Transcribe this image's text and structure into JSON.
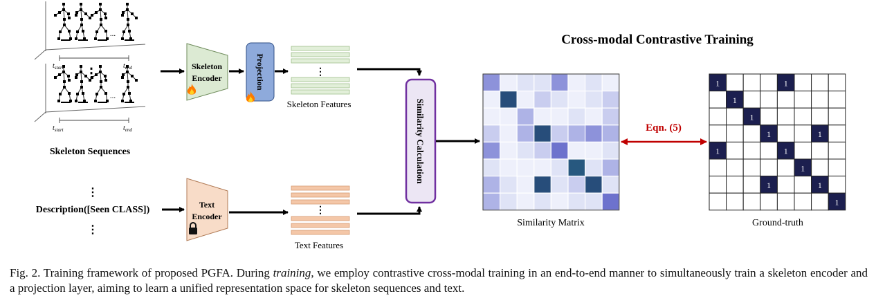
{
  "diagram": {
    "skeleton_sequences_label": "Skeleton Sequences",
    "t_start": "start",
    "t_end": "end",
    "t_symbol": "t",
    "ellipsis": "...",
    "vertical_dots": "⋮",
    "skeleton_encoder": [
      "Skeleton",
      "Encoder"
    ],
    "projection_label": "Projection",
    "skeleton_features_label": "Skeleton Features",
    "similarity_calc_label": "Similarity Calculation",
    "description_label": "Description([Seen CLASS])",
    "text_encoder": [
      "Text",
      "Encoder"
    ],
    "text_features_label": "Text Features",
    "cross_modal_title": "Cross-modal Contrastive Training",
    "eqn_label": "Eqn. (5)",
    "similarity_matrix_label": "Similarity Matrix",
    "ground_truth_label": "Ground-truth",
    "fire_icon": "fire-icon",
    "lock_icon": "lock-icon",
    "colors": {
      "encoder_green": "#dcead3",
      "projection_blue": "#8eaadb",
      "text_encoder_peach": "#f8dcc8",
      "feature_green": "#e2efd9",
      "feature_peach": "#f4c7a8",
      "similarity_box_border": "#7030a0",
      "similarity_box_fill": "#ece6f4",
      "eqn_red": "#c00000",
      "gt_dark": "#1c1f4f"
    },
    "similarity_matrix": [
      [
        5,
        1,
        2,
        2,
        5,
        1,
        2,
        1
      ],
      [
        1,
        9,
        1,
        3,
        2,
        1,
        2,
        3
      ],
      [
        1,
        1,
        4,
        1,
        1,
        2,
        1,
        3
      ],
      [
        3,
        1,
        4,
        9,
        3,
        4,
        5,
        4
      ],
      [
        5,
        1,
        2,
        3,
        6,
        1,
        1,
        2
      ],
      [
        2,
        1,
        1,
        1,
        2,
        8,
        2,
        4
      ],
      [
        4,
        2,
        1,
        9,
        2,
        3,
        9,
        2
      ],
      [
        4,
        2,
        1,
        2,
        1,
        2,
        2,
        6
      ]
    ],
    "ground_truth": [
      [
        1,
        0,
        0,
        0,
        1,
        0,
        0,
        0
      ],
      [
        0,
        1,
        0,
        0,
        0,
        0,
        0,
        0
      ],
      [
        0,
        0,
        1,
        0,
        0,
        0,
        0,
        0
      ],
      [
        0,
        0,
        0,
        1,
        0,
        0,
        1,
        0
      ],
      [
        1,
        0,
        0,
        0,
        1,
        0,
        0,
        0
      ],
      [
        0,
        0,
        0,
        0,
        0,
        1,
        0,
        0
      ],
      [
        0,
        0,
        0,
        1,
        0,
        0,
        1,
        0
      ],
      [
        0,
        0,
        0,
        0,
        0,
        0,
        0,
        1
      ]
    ],
    "gt_one_label": "1"
  },
  "caption": {
    "fig_label": "Fig. 2.",
    "part1": " Training framework of proposed PGFA. During ",
    "italic": "training",
    "part2": ", we employ contrastive cross-modal training in an end-to-end manner to simultaneously train a skeleton encoder and a projection layer, aiming to learn a unified representation space for skeleton sequences and text."
  }
}
